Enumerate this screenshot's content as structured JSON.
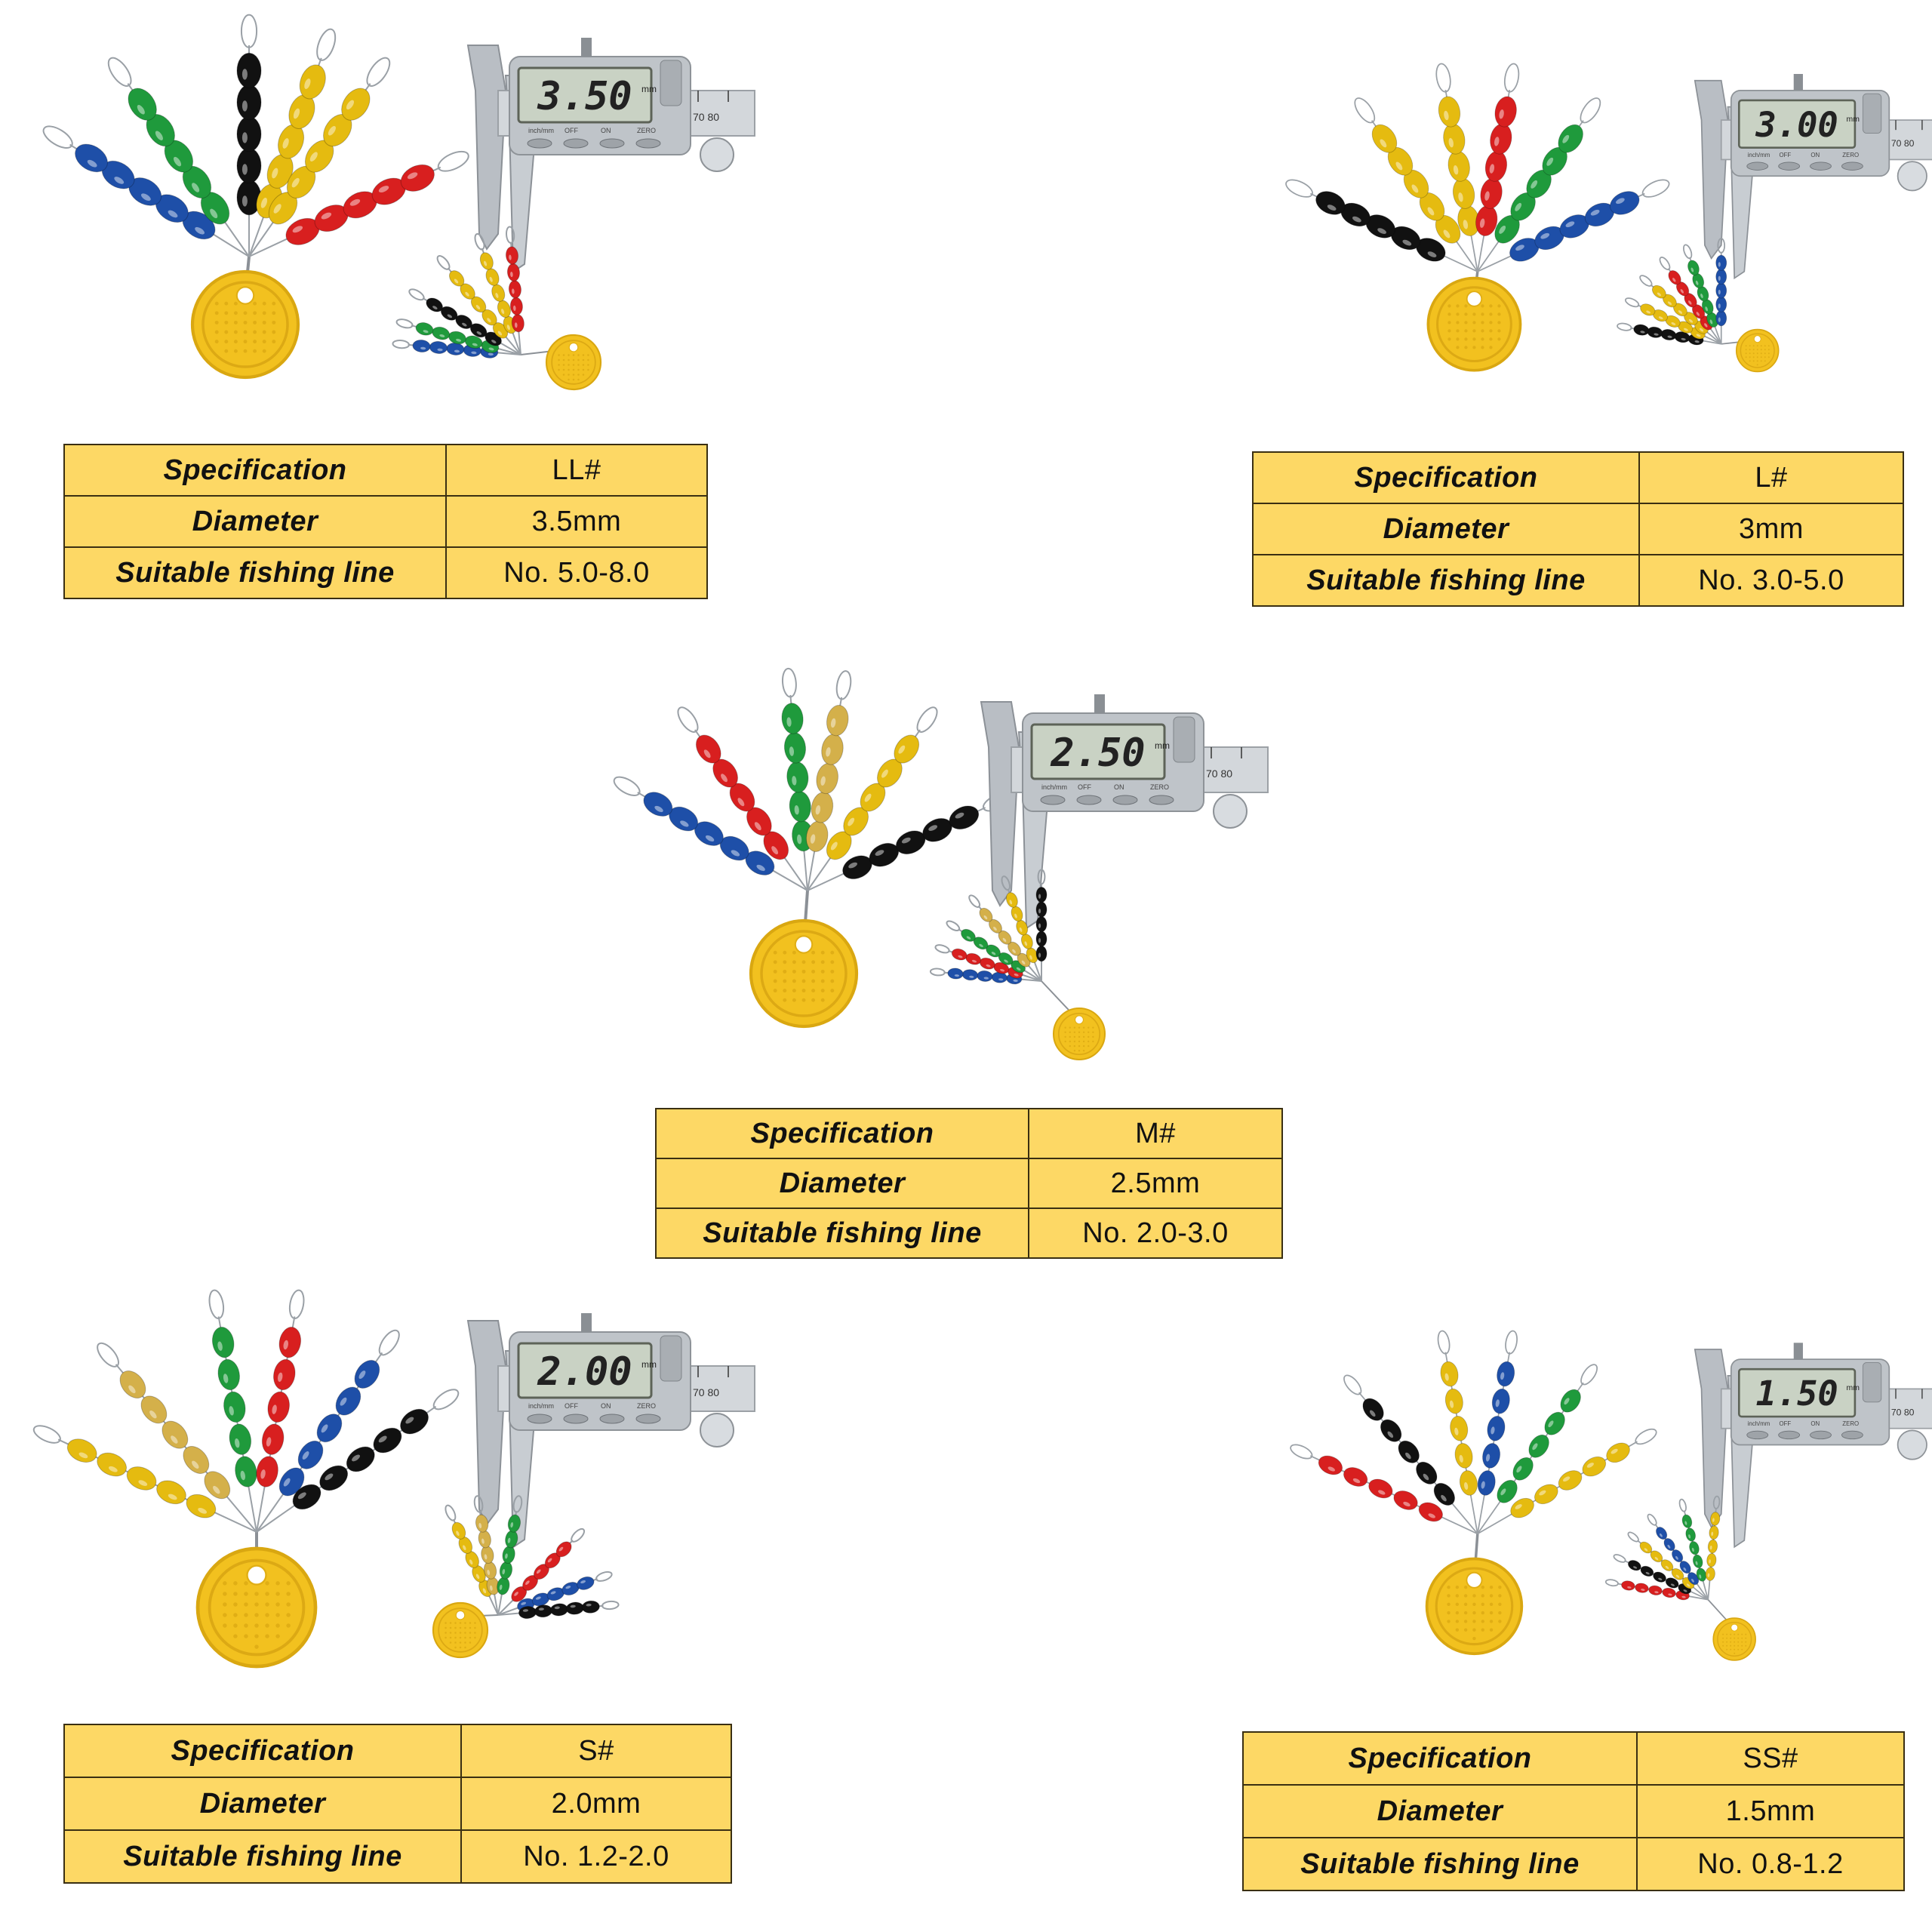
{
  "panels": [
    {
      "id": "ll",
      "reading": "3.50",
      "spec_label": "Specification",
      "spec_value": "LL#",
      "diam_label": "Diameter",
      "diam_value": "3.5mm",
      "line_label": "Suitable fishing line",
      "line_value": "No. 5.0-8.0",
      "colors": [
        "#1e4fa8",
        "#1f9a3c",
        "#111111",
        "#e5bb10",
        "#e5bb10",
        "#d81f1f"
      ]
    },
    {
      "id": "l",
      "reading": "3.00",
      "spec_label": "Specification",
      "spec_value": "L#",
      "diam_label": "Diameter",
      "diam_value": "3mm",
      "line_label": "Suitable fishing line",
      "line_value": "No. 3.0-5.0",
      "colors": [
        "#111111",
        "#e5bb10",
        "#e5bb10",
        "#d81f1f",
        "#1f9a3c",
        "#1e4fa8"
      ]
    },
    {
      "id": "m",
      "reading": "2.50",
      "spec_label": "Specification",
      "spec_value": "M#",
      "diam_label": "Diameter",
      "diam_value": "2.5mm",
      "line_label": "Suitable fishing line",
      "line_value": "No. 2.0-3.0",
      "colors": [
        "#1e4fa8",
        "#d81f1f",
        "#1f9a3c",
        "#d4b04a",
        "#e5bb10",
        "#111111"
      ]
    },
    {
      "id": "s",
      "reading": "2.00",
      "spec_label": "Specification",
      "spec_value": "S#",
      "diam_label": "Diameter",
      "diam_value": "2.0mm",
      "line_label": "Suitable fishing line",
      "line_value": "No. 1.2-2.0",
      "colors": [
        "#e5bb10",
        "#d4b04a",
        "#1f9a3c",
        "#d81f1f",
        "#1e4fa8",
        "#111111"
      ]
    },
    {
      "id": "ss",
      "reading": "1.50",
      "spec_label": "Specification",
      "spec_value": "SS#",
      "diam_label": "Diameter",
      "diam_value": "1.5mm",
      "line_label": "Suitable fishing line",
      "line_value": "No. 0.8-1.2",
      "colors": [
        "#d81f1f",
        "#111111",
        "#e5bb10",
        "#1e4fa8",
        "#1f9a3c",
        "#e5bb10"
      ]
    }
  ],
  "caliper_unit": "mm",
  "caliper_scale": [
    "70",
    "80"
  ],
  "caliper_buttons": [
    "inch/mm",
    "OFF",
    "ON",
    "ZERO"
  ]
}
